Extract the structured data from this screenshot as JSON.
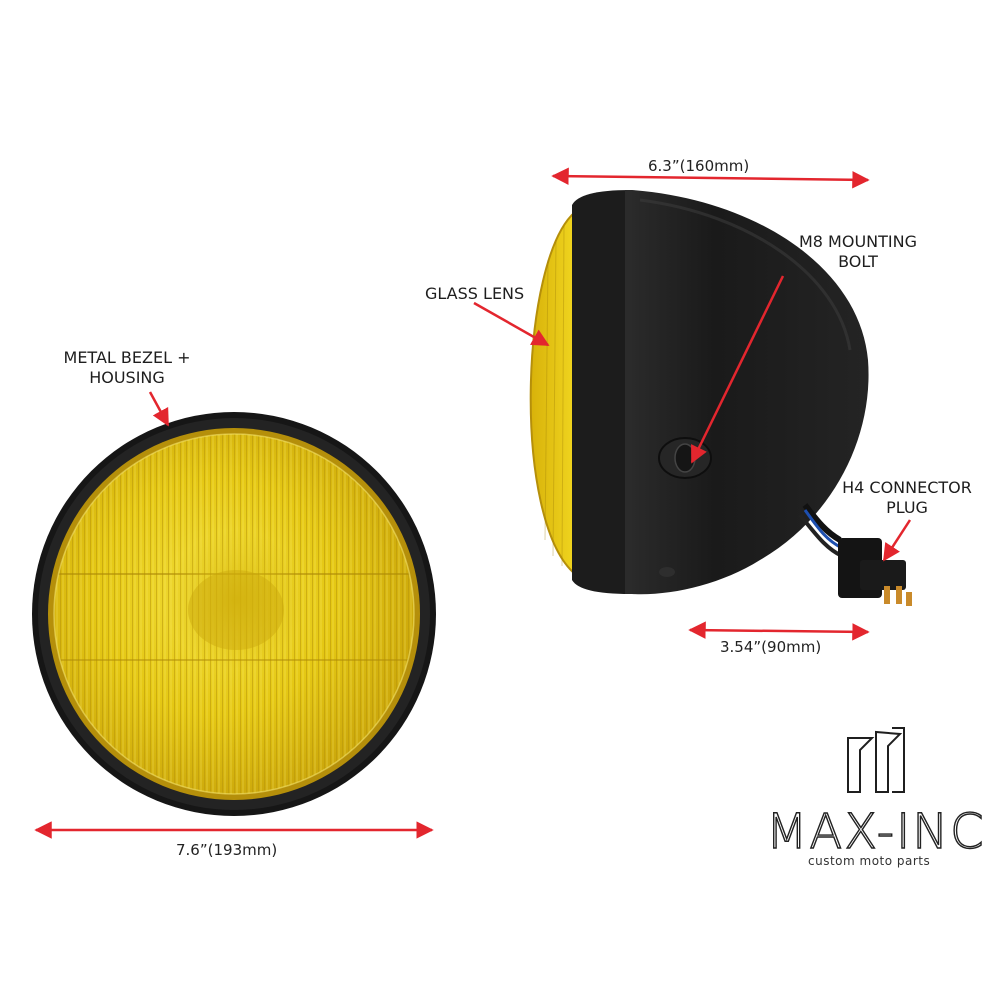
{
  "labels": {
    "metal_bezel": [
      "METAL BEZEL +",
      "HOUSING"
    ],
    "glass_lens": "GLASS LENS",
    "mounting_bolt": [
      "M8 MOUNTING",
      "BOLT"
    ],
    "connector_plug": [
      "H4 CONNECTOR",
      "PLUG"
    ]
  },
  "dimensions": {
    "front_diameter": "7.6”(193mm)",
    "side_depth": "6.3”(160mm)",
    "rear_width": "3.54”(90mm)"
  },
  "logo": {
    "name": "MAX-INC",
    "tagline": "custom moto parts"
  },
  "colors": {
    "lens_yellow": "#e8cf1a",
    "housing_black": "#1b1b1b",
    "arrow_red": "#e3262e"
  }
}
